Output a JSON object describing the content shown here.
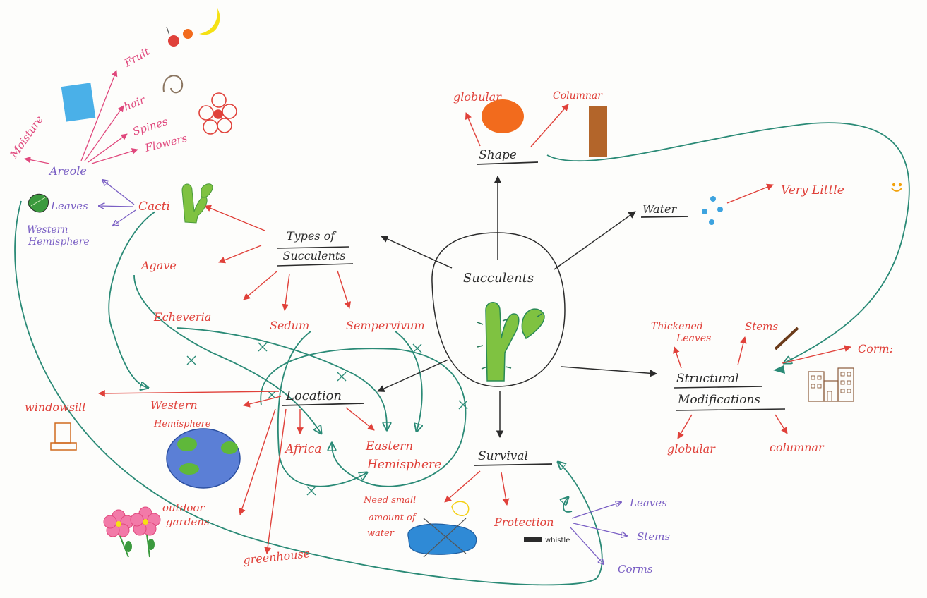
{
  "center": {
    "label": "Succulents"
  },
  "colors": {
    "black": "#2b2b2b",
    "red": "#e0413a",
    "pink": "#e0487d",
    "purple": "#7a5fc4",
    "teal": "#2a8a76"
  },
  "nodes": {
    "types": {
      "line1": "Types of",
      "line2": "Succulents"
    },
    "shape": "Shape",
    "water": "Water",
    "location": "Location",
    "survival": "Survival",
    "structural": {
      "line1": "Structural",
      "line2": "Modifications"
    }
  },
  "types_children": {
    "cacti": "Cacti",
    "agave": "Agave",
    "echeveria": "Echeveria",
    "sedum": "Sedum",
    "sempervivum": "Sempervivum"
  },
  "cacti_children": {
    "areole": "Areole",
    "leaves": "Leaves",
    "western": {
      "line1": "Western",
      "line2": "Hemisphere"
    }
  },
  "areole_children": {
    "moisture": "Moisture",
    "fruit": "Fruit",
    "hair": "hair",
    "spines": "Spines",
    "flowers": "Flowers"
  },
  "shape_children": {
    "globular": "globular",
    "columnar": "Columnar"
  },
  "water_children": {
    "very_little": "Very Little"
  },
  "structural_children": {
    "thickened": {
      "line1": "Thickened",
      "line2": "Leaves"
    },
    "stems": "Stems",
    "corm": "Corm:",
    "globular": "globular",
    "columnar": "columnar"
  },
  "location_children": {
    "windowsill": "windowsill",
    "western": {
      "line1": "Western",
      "line2": "Hemisphere"
    },
    "africa": "Africa",
    "eastern": {
      "line1": "Eastern",
      "line2": "Hemisphere"
    },
    "outdoor": {
      "line1": "outdoor",
      "line2": "gardens"
    },
    "greenhouse": "greenhouse"
  },
  "survival_children": {
    "need_water": {
      "line1": "Need small",
      "line2": "amount of",
      "line3": "water"
    },
    "protection": "Protection",
    "whistle": "whistle",
    "leaves": "Leaves",
    "stems": "Stems",
    "corms": "Corms"
  }
}
